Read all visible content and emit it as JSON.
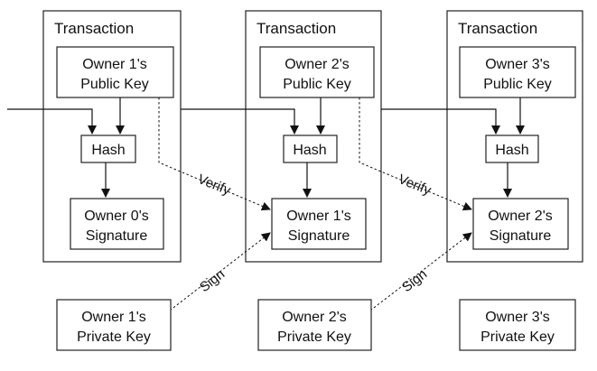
{
  "transactions": [
    {
      "title": "Transaction",
      "public_key": [
        "Owner 1's",
        "Public Key"
      ],
      "hash": "Hash",
      "signature": [
        "Owner 0's",
        "Signature"
      ]
    },
    {
      "title": "Transaction",
      "public_key": [
        "Owner 2's",
        "Public Key"
      ],
      "hash": "Hash",
      "signature": [
        "Owner 1's",
        "Signature"
      ]
    },
    {
      "title": "Transaction",
      "public_key": [
        "Owner 3's",
        "Public Key"
      ],
      "hash": "Hash",
      "signature": [
        "Owner 2's",
        "Signature"
      ]
    }
  ],
  "private_keys": [
    [
      "Owner 1's",
      "Private Key"
    ],
    [
      "Owner 2's",
      "Private Key"
    ],
    [
      "Owner 3's",
      "Private Key"
    ]
  ],
  "verify_labels": [
    "Verify",
    "Verify"
  ],
  "sign_labels": [
    "Sign",
    "Sign"
  ]
}
